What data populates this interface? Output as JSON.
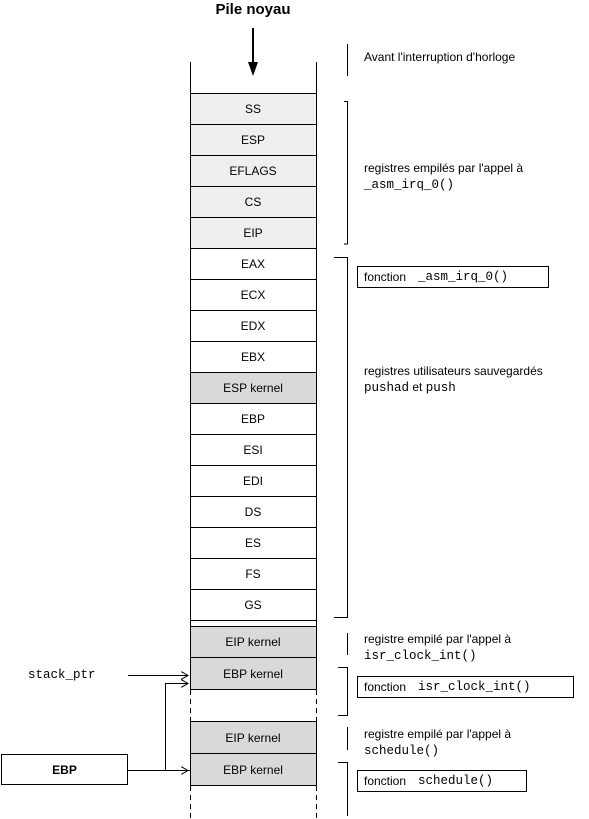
{
  "title": "Pile noyau",
  "stack_cells": [
    {
      "label": "SS",
      "fill": "light"
    },
    {
      "label": "ESP",
      "fill": "light"
    },
    {
      "label": "EFLAGS",
      "fill": "light"
    },
    {
      "label": "CS",
      "fill": "light"
    },
    {
      "label": "EIP",
      "fill": "light"
    },
    {
      "label": "EAX",
      "fill": "white"
    },
    {
      "label": "ECX",
      "fill": "white"
    },
    {
      "label": "EDX",
      "fill": "white"
    },
    {
      "label": "EBX",
      "fill": "white"
    },
    {
      "label": "ESP kernel",
      "fill": "dark"
    },
    {
      "label": "EBP",
      "fill": "white"
    },
    {
      "label": "ESI",
      "fill": "white"
    },
    {
      "label": "EDI",
      "fill": "white"
    },
    {
      "label": "DS",
      "fill": "white"
    },
    {
      "label": "ES",
      "fill": "white"
    },
    {
      "label": "FS",
      "fill": "white"
    },
    {
      "label": "GS",
      "fill": "white"
    },
    {
      "label": "EIP kernel",
      "fill": "dark"
    },
    {
      "label": "EBP kernel",
      "fill": "dark"
    },
    {
      "label": "EIP kernel",
      "fill": "dark"
    },
    {
      "label": "EBP kernel",
      "fill": "dark"
    }
  ],
  "annotations": {
    "before_interrupt": "Avant l'interruption d'horloge",
    "pushed_by_asm_line1": "registres empilés par l'appel à",
    "pushed_by_asm_code": "_asm_irq_0()",
    "user_regs_line1": "registres utilisateurs sauvegardés",
    "user_regs_code1": "pushad",
    "user_regs_and": "et",
    "user_regs_code2": "push",
    "pushed_by_isr_line1": "registre empilé par l'appel à",
    "pushed_by_isr_code": "isr_clock_int()",
    "pushed_by_sched_line1": "registre empilé par l'appel à",
    "pushed_by_sched_code": "schedule()"
  },
  "function_boxes": {
    "asm": {
      "label": "fonction",
      "fn": "_asm_irq_0()"
    },
    "isr": {
      "label": "fonction",
      "fn": "isr_clock_int()"
    },
    "sched": {
      "label": "fonction",
      "fn": "schedule()"
    }
  },
  "pointers": {
    "stack_ptr": "stack_ptr",
    "ebp": "EBP"
  },
  "colors": {
    "light_fill": "#efefef",
    "dark_fill": "#d9d9d9",
    "line": "#000000"
  }
}
